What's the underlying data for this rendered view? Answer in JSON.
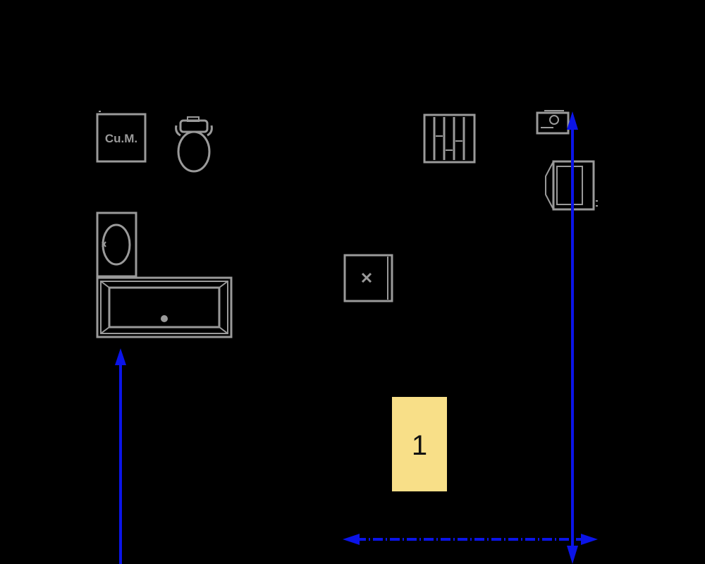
{
  "plan": {
    "background": "#000000",
    "fixture_color": "#9a9a9a",
    "dimension_color": "#0b14e8",
    "tag_color": "#f8df88"
  },
  "fixtures": {
    "laundry_label": "Cu.M.",
    "items": [
      {
        "name": "washer",
        "icon": "washing-machine-icon"
      },
      {
        "name": "toilet",
        "icon": "toilet-icon"
      },
      {
        "name": "sink",
        "icon": "sink-icon"
      },
      {
        "name": "bathtub",
        "icon": "bathtub-icon"
      },
      {
        "name": "floor-drain",
        "icon": "floor-drain-icon"
      },
      {
        "name": "radiator",
        "icon": "radiator-icon"
      },
      {
        "name": "boiler",
        "icon": "boiler-icon"
      },
      {
        "name": "hood",
        "icon": "hood-icon"
      }
    ]
  },
  "room": {
    "number": "1"
  }
}
